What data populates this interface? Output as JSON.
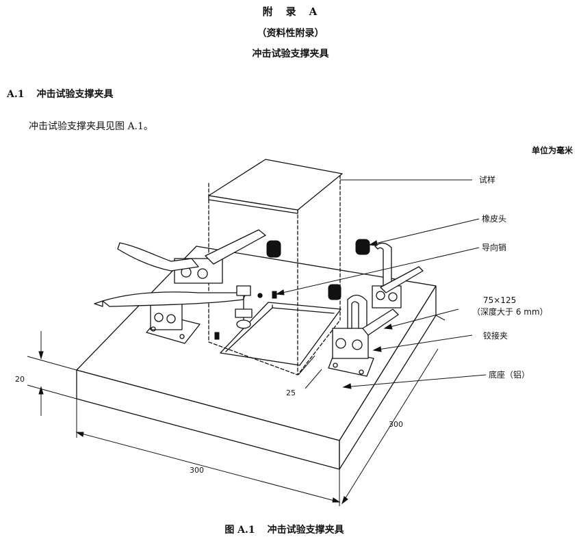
{
  "header": {
    "line1": "附　录　A",
    "line2": "（资料性附录）",
    "line3": "冲击试验支撑夹具"
  },
  "section": {
    "number": "A.1",
    "title": "冲击试验支撑夹具"
  },
  "paragraph": "冲击试验支撑夹具见图 A.1。",
  "unit_note": "单位为毫米",
  "figure": {
    "callouts": {
      "specimen": "试样",
      "rubber_head": "橡皮头",
      "guide_pin": "导向销",
      "opening_size": "75×125",
      "opening_depth": "（深度大于 6 mm）",
      "hinge_clamp": "铰接夹",
      "base": "底座（铝）"
    },
    "dimensions": {
      "height": "20",
      "width": "300",
      "depth": "300",
      "offset": "25"
    }
  },
  "caption": {
    "number": "图 A.1",
    "title": "冲击试验支撑夹具"
  }
}
